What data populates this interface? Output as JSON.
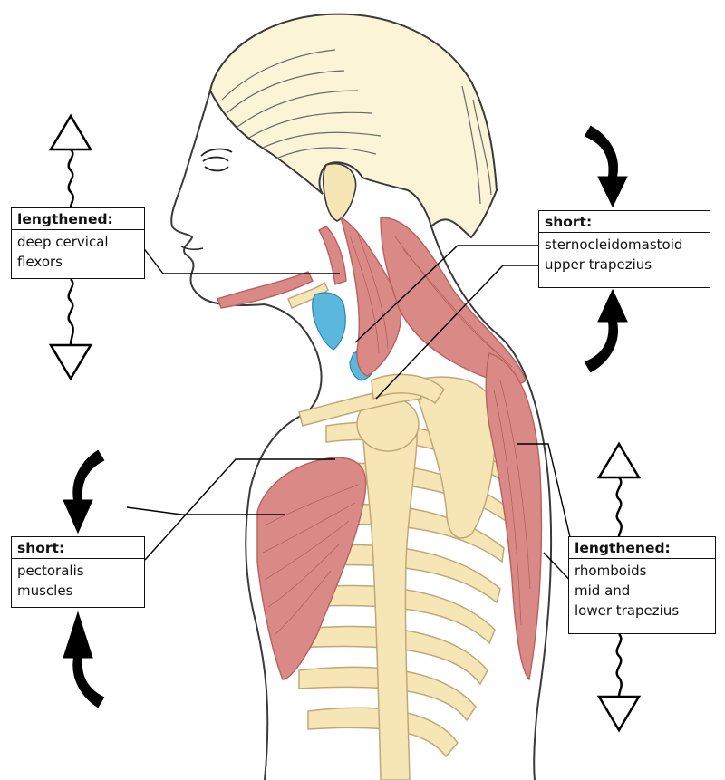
{
  "labels": {
    "top_left": {
      "title": "lengthened:",
      "lines": [
        "deep cervical",
        "flexors"
      ],
      "indicator": "lengthening-arrows"
    },
    "top_right": {
      "title": "short:",
      "lines": [
        "sternocleidomastoid",
        "upper trapezius"
      ],
      "indicator": "shortening-arrows"
    },
    "bottom_left": {
      "title": "short:",
      "lines": [
        "pectoralis",
        "muscles"
      ],
      "indicator": "shortening-arrows"
    },
    "bottom_right": {
      "title": "lengthened:",
      "lines": [
        "rhomboids",
        "mid and",
        "lower trapezius"
      ],
      "indicator": "lengthening-arrows"
    }
  },
  "colors": {
    "muscle": "#d98a86",
    "muscle_stroke": "#b9605c",
    "bone": "#f6e6b6",
    "bone_stroke": "#bfa878",
    "cartilage": "#5bb8dd",
    "hair_highlight": "#fbf3d2",
    "outline": "#333333"
  }
}
